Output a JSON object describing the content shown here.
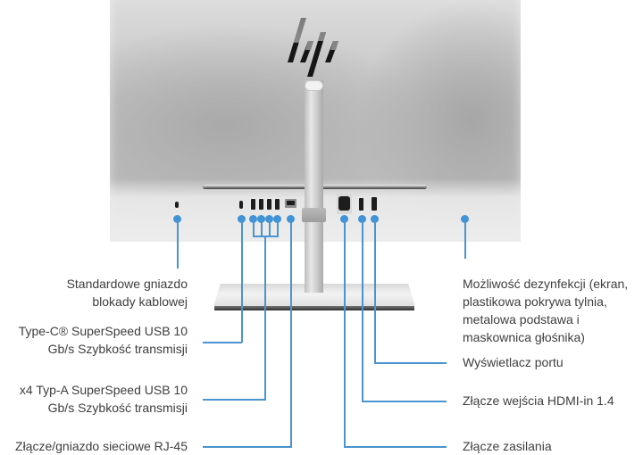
{
  "product": {
    "brand_logo": "hp-logo",
    "view": "rear-ports"
  },
  "colors": {
    "callout_line": "#4a94d0",
    "callout_dot": "#3f93d6",
    "label_text": "#3e3e3e"
  },
  "callouts_left": [
    {
      "id": "lock",
      "label_line1": "Standardowe gniazdo",
      "label_line2": "blokady kablowej"
    },
    {
      "id": "usbc",
      "label_line1": "Type-C® SuperSpeed USB 10",
      "label_line2": "Gb/s Szybkość transmisji"
    },
    {
      "id": "usba",
      "label_line1": "x4 Typ-A SuperSpeed USB 10",
      "label_line2": "Gb/s Szybkość transmisji"
    },
    {
      "id": "rj45",
      "label_line1": "Złącze/gniazdo sieciowe RJ-45"
    }
  ],
  "callouts_right": [
    {
      "id": "disinfect",
      "label_line1": "Możliwość dezynfekcji (ekran,",
      "label_line2": "plastikowa pokrywa tylnia,",
      "label_line3": "metalowa podstawa i",
      "label_line4": "maskownica głośnika)"
    },
    {
      "id": "displayport",
      "label_line1": "Wyświetlacz portu"
    },
    {
      "id": "hdmi",
      "label_line1": "Złącze wejścia HDMI-in 1.4"
    },
    {
      "id": "power",
      "label_line1": "Złącze zasilania"
    }
  ]
}
